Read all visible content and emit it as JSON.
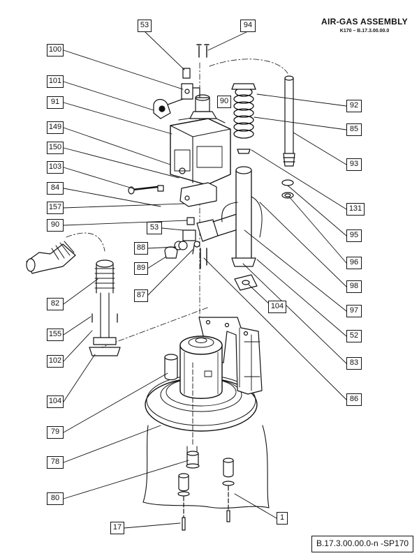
{
  "title": "AIR-GAS ASSEMBLY",
  "subtitle": "K170 – B.17.3.00.00.0",
  "drawing_number": "B.17.3.00.00.0-n -SP170",
  "callouts": {
    "c53a": "53",
    "c94": "94",
    "c100": "100",
    "c101": "101",
    "c91": "91",
    "c90a": "90",
    "c149": "149",
    "c150": "150",
    "c103": "103",
    "c84": "84",
    "c157": "157",
    "c90b": "90",
    "c53b": "53",
    "c88": "88",
    "c89": "89",
    "c87": "87",
    "c82": "82",
    "c155": "155",
    "c102": "102",
    "c104a": "104",
    "c79": "79",
    "c78": "78",
    "c80": "80",
    "c17": "17",
    "c92": "92",
    "c85": "85",
    "c93": "93",
    "c131": "131",
    "c95": "95",
    "c96": "96",
    "c98": "98",
    "c97": "97",
    "c104b": "104",
    "c52": "52",
    "c83": "83",
    "c86": "86",
    "c1": "1"
  }
}
